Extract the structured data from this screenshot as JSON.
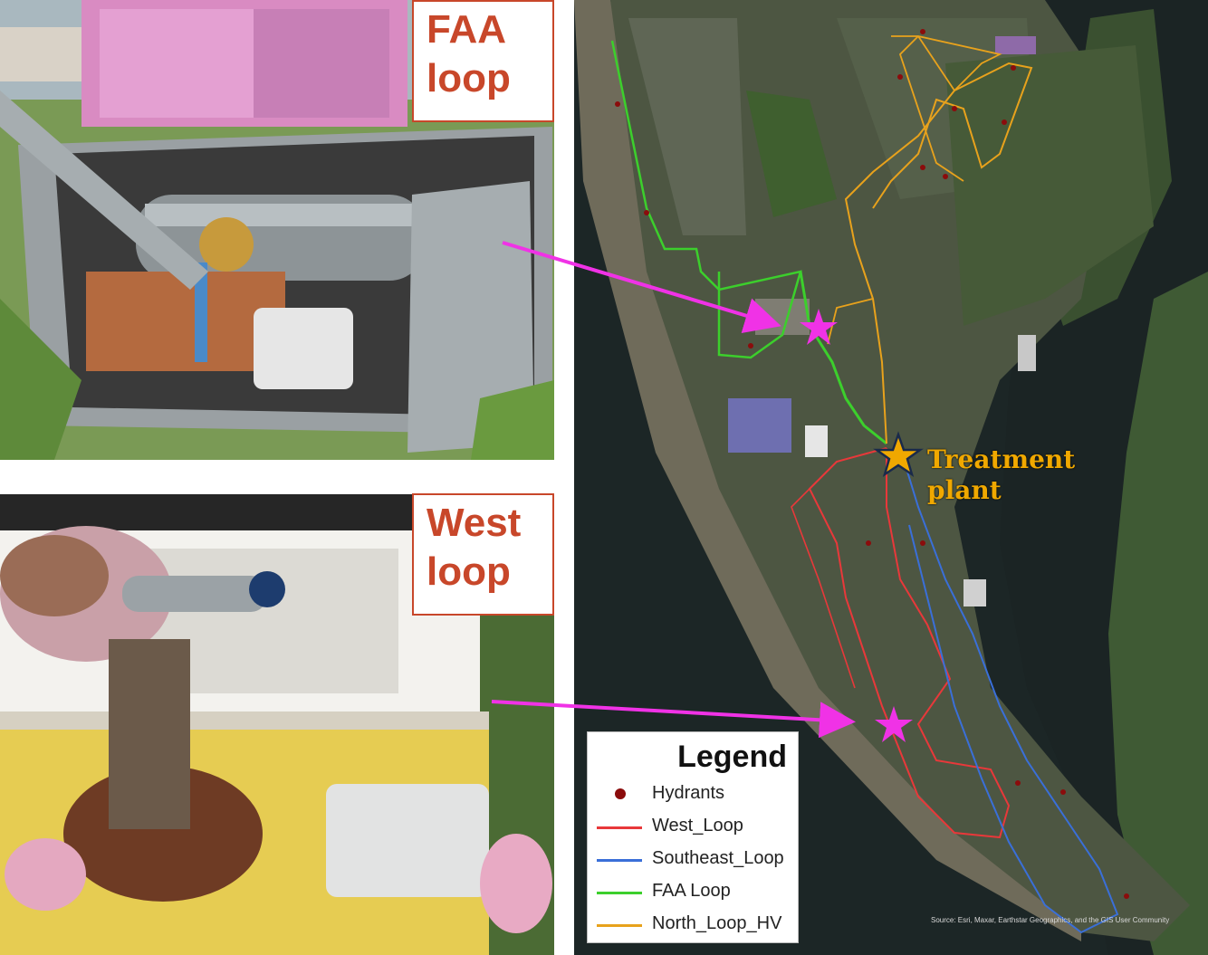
{
  "photos": {
    "faa": {
      "label_line1": "FAA",
      "label_line2": "loop"
    },
    "west": {
      "label_line1": "West",
      "label_line2": "loop"
    }
  },
  "map": {
    "treatment_label_line1": "Treatment",
    "treatment_label_line2": "plant",
    "attribution": "Source: Esri, Maxar, Earthstar Geographics, and the GIS User Community"
  },
  "legend": {
    "title": "Legend",
    "items": [
      {
        "label": "Hydrants",
        "symbol": "dot",
        "color": "#8b0c0c"
      },
      {
        "label": "West_Loop",
        "symbol": "line",
        "color": "#e8383a"
      },
      {
        "label": "Southeast_Loop",
        "symbol": "line",
        "color": "#3a6fd8"
      },
      {
        "label": "FAA Loop",
        "symbol": "line",
        "color": "#3ccf2c"
      },
      {
        "label": "North_Loop_HV",
        "symbol": "line",
        "color": "#e8a21c"
      }
    ]
  },
  "colors": {
    "label_text": "#c8472a",
    "arrow": "#f032e6",
    "star_sensor": "#f032e6",
    "star_plant": "#f0a800",
    "treatment_text": "#f0a800"
  }
}
